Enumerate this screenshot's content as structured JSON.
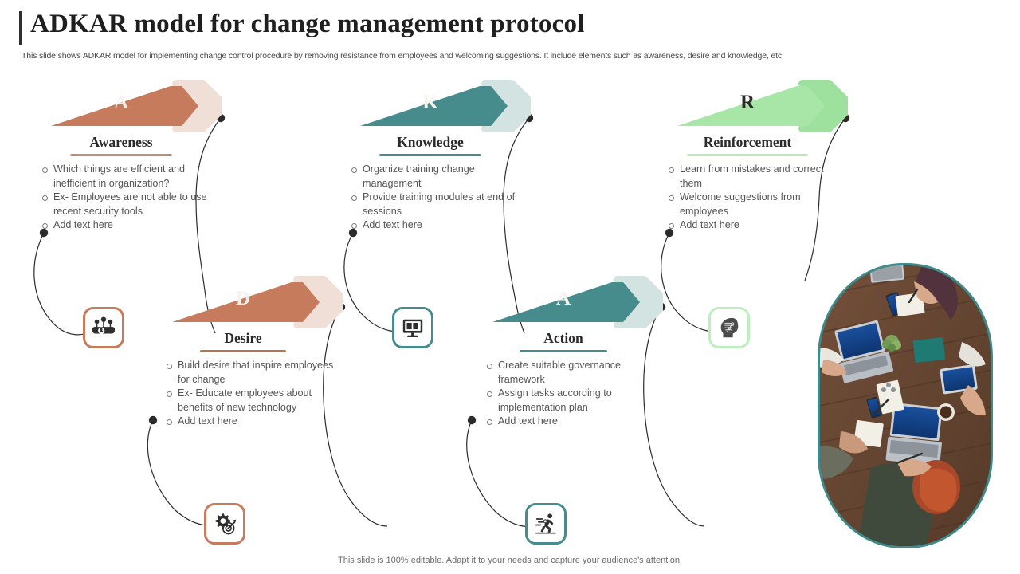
{
  "header": {
    "title": "ADKAR model for change management protocol",
    "subtitle": "This slide shows ADKAR model for implementing change control procedure by removing resistance from employees and welcoming suggestions. It include elements such as awareness, desire and knowledge, etc"
  },
  "footer": {
    "note": "This slide is 100% editable. Adapt it to your needs and capture your audience's attention."
  },
  "colors": {
    "terracotta": "#c67b5c",
    "terracotta_light": "#efdfd6",
    "teal": "#478c8c",
    "teal_light": "#d3e3e1",
    "green": "#9ee09e",
    "green_light": "#bdeebd",
    "title": "#1f1f1f",
    "body": "#555555"
  },
  "steps": [
    {
      "letter": "A",
      "heading": "Awareness",
      "icon": "network-nodes-icon",
      "accent": "#c67b5c",
      "accent_light": "#efdfd6",
      "letter_tone": "light",
      "bullets": [
        "Which things are efficient and inefficient in organization?",
        "Ex- Employees are not able to use recent security tools",
        "Add text here"
      ]
    },
    {
      "letter": "D",
      "heading": "Desire",
      "icon": "gear-target-icon",
      "accent": "#c67b5c",
      "accent_light": "#efdfd6",
      "letter_tone": "light",
      "bullets": [
        "Build desire that inspire employees for change",
        "Ex- Educate employees about benefits of new technology",
        "Add text here"
      ]
    },
    {
      "letter": "K",
      "heading": "Knowledge",
      "icon": "monitor-icon",
      "accent": "#478c8c",
      "accent_light": "#d3e3e1",
      "letter_tone": "light",
      "bullets": [
        "Organize training change management",
        "Provide training modules at end of sessions",
        "Add text here"
      ]
    },
    {
      "letter": "A",
      "heading": "Action",
      "icon": "running-person-icon",
      "accent": "#478c8c",
      "accent_light": "#d3e3e1",
      "letter_tone": "light",
      "bullets": [
        "Create suitable governance framework",
        "Assign tasks according to implementation plan",
        "Add text here"
      ]
    },
    {
      "letter": "R",
      "heading": "Reinforcement",
      "icon": "head-profile-icon",
      "accent": "#9ee09e",
      "accent_light": "#bdeebd",
      "letter_tone": "dark",
      "bullets": [
        "Learn from mistakes and correct them",
        "Welcome suggestions from employees",
        "Add text here"
      ]
    }
  ],
  "photo": {
    "alt": "team-meeting-top-view-photo"
  }
}
